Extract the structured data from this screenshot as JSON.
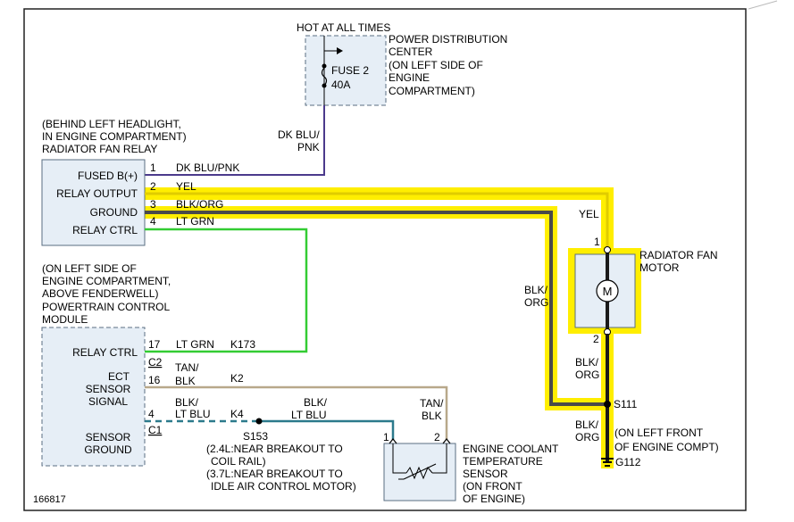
{
  "diagram_id": "166817",
  "pdc": {
    "hot_label": "HOT AT ALL TIMES",
    "name_lines": [
      "POWER DISTRIBUTION",
      "CENTER",
      "(ON LEFT SIDE OF",
      "ENGINE",
      "COMPARTMENT)"
    ],
    "fuse_name": "FUSE 2",
    "fuse_rating": "40A"
  },
  "relay": {
    "location_lines": [
      "(BEHIND LEFT HEADLIGHT,",
      "IN ENGINE COMPARTMENT)"
    ],
    "title": "RADIATOR FAN RELAY",
    "pins": [
      "FUSED B(+)",
      "RELAY OUTPUT",
      "GROUND",
      "RELAY CTRL"
    ]
  },
  "pcm": {
    "location_lines": [
      "(ON LEFT SIDE OF",
      "ENGINE COMPARTMENT,",
      "ABOVE FENDERWELL)"
    ],
    "title_lines": [
      "POWERTRAIN CONTROL",
      "MODULE"
    ],
    "pin_relay_ctrl": "RELAY CTRL",
    "pin_ect_lines": [
      "ECT",
      "SENSOR",
      "SIGNAL"
    ],
    "pin_ground_lines": [
      "SENSOR",
      "GROUND"
    ],
    "connector_c2": "C2",
    "connector_c1": "C1"
  },
  "wires": {
    "w1": {
      "pin": "1",
      "color": "DK BLU/PNK"
    },
    "w2": {
      "pin": "2",
      "color": "YEL"
    },
    "w3": {
      "pin": "3",
      "color": "BLK/ORG"
    },
    "w4": {
      "pin": "4",
      "color": "LT GRN"
    },
    "feed_color_lines": [
      "DK BLU/",
      "PNK"
    ],
    "yel_label": "YEL",
    "blk_org_vertical_lines": [
      "BLK/",
      "ORG"
    ],
    "pcm17": {
      "pin": "17",
      "color": "LT GRN",
      "circuit": "K173"
    },
    "pcm16": {
      "pin": "16",
      "color_lines": [
        "TAN/",
        "BLK"
      ],
      "circuit": "K2"
    },
    "pcm4": {
      "pin": "4",
      "color_lines": [
        "BLK/",
        "LT BLU"
      ],
      "circuit": "K4"
    },
    "blk_ltblu_lines": [
      "BLK/",
      "LT BLU"
    ],
    "tan_blk_lines": [
      "TAN/",
      "BLK"
    ]
  },
  "splice_s153": {
    "name": "S153",
    "notes": [
      "(2.4L:NEAR BREAKOUT TO",
      "COIL RAIL)",
      "(3.7L:NEAR BREAKOUT TO",
      "IDLE AIR CONTROL MOTOR)"
    ]
  },
  "motor": {
    "title_lines": [
      "RADIATOR FAN",
      "MOTOR"
    ],
    "symbol": "M",
    "pin1": "1",
    "pin2": "2",
    "wire_below_lines": [
      "BLK/",
      "ORG"
    ]
  },
  "splice_s111": {
    "name": "S111"
  },
  "ground": {
    "wire_lines": [
      "BLK/",
      "ORG"
    ],
    "location_lines": [
      "(ON LEFT FRONT",
      "OF ENGINE COMPT)"
    ],
    "name": "G112"
  },
  "ect_sensor": {
    "title_lines": [
      "ENGINE COOLANT",
      "TEMPERATURE",
      "SENSOR",
      "(ON FRONT",
      "OF ENGINE)"
    ],
    "pin1": "1",
    "pin2": "2"
  },
  "colors": {
    "highlight": "#ffee00",
    "dk_blu_pnk": "#4b3a8c",
    "lt_grn": "#33cc33",
    "tan_blk": "#b8a88a",
    "blk_ltblu": "#2c7a8c",
    "blk_org": "#4a4a4a",
    "box_fill": "#e6eef6",
    "box_stroke": "#5a6e82"
  }
}
